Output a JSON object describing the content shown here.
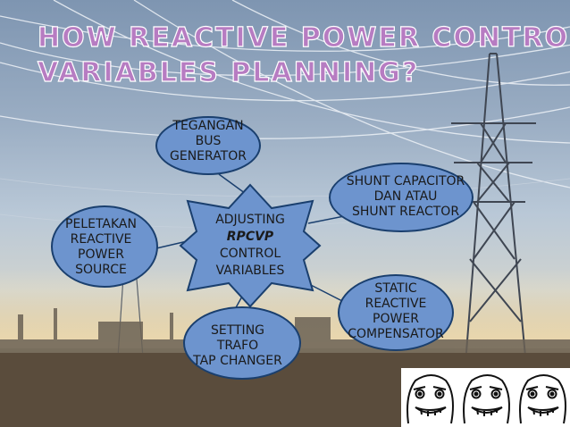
{
  "title": {
    "line1": "HOW REACTIVE POWER CONTROL",
    "line2": "VARIABLES PLANNING?"
  },
  "center": {
    "lines": [
      "ADJUSTING",
      "RPCVP",
      "CONTROL",
      "VARIABLES"
    ]
  },
  "nodes": {
    "bus_voltage": {
      "lines": [
        "TEGANGAN",
        "BUS",
        "GENERATOR"
      ]
    },
    "shunt": {
      "lines": [
        "SHUNT CAPACITOR",
        "DAN ATAU",
        "SHUNT REACTOR"
      ]
    },
    "placement": {
      "lines": [
        "PELETAKAN",
        "REACTIVE",
        "POWER",
        "SOURCE"
      ]
    },
    "static_comp": {
      "lines": [
        "STATIC",
        "REACTIVE",
        "POWER",
        "COMPENSATOR"
      ]
    },
    "tap_changer": {
      "lines": [
        "SETTING",
        "TRAFO",
        "TAP CHANGER"
      ]
    }
  },
  "colors": {
    "ellipse_fill": "#6d94ce",
    "ellipse_border": "#1a3f6e",
    "title": "#b77cc2",
    "text": "#1a1a1a"
  },
  "icons": [
    "trollface-meme-icon",
    "trollface-meme-icon",
    "trollface-meme-icon"
  ]
}
